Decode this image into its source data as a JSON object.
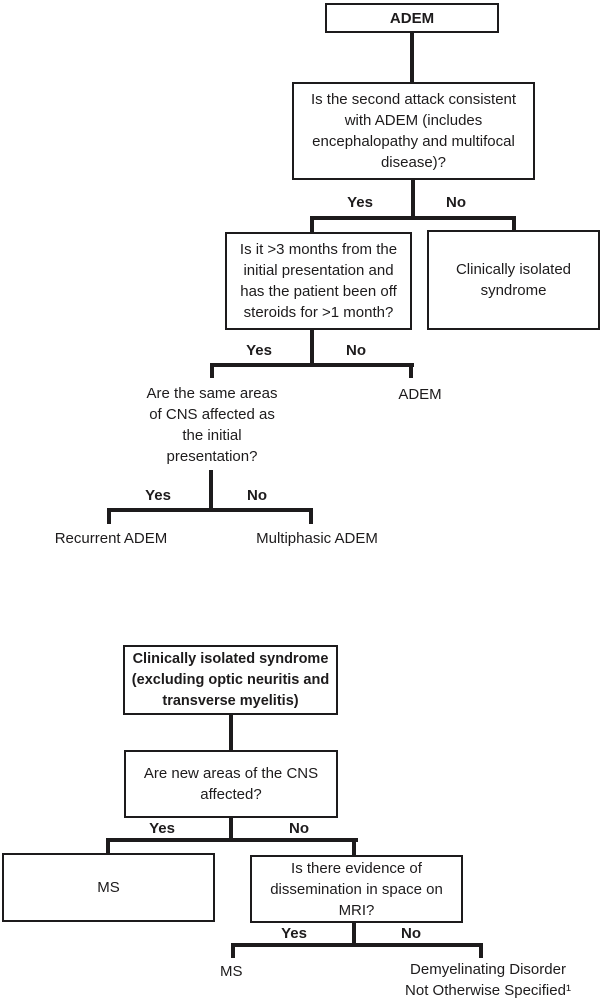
{
  "colors": {
    "ink": "#1d1b1c",
    "background": "#ffffff"
  },
  "top_flowchart": {
    "root": "ADEM",
    "q_second_attack": "Is the second attack consistent\nwith ADEM (includes\nencephalopathy and multifocal\ndisease)?",
    "branch1_yes": "Yes",
    "branch1_no": "No",
    "q_three_months": "Is it >3 months from the\ninitial presentation and\nhas the patient been off\nsteroids for >1 month?",
    "outcome_cis": "Clinically isolated\nsyndrome",
    "branch2_yes": "Yes",
    "branch2_no": "No",
    "q_same_areas": "Are the same areas\nof CNS affected as\nthe initial\npresentation?",
    "outcome_adem": "ADEM",
    "branch3_yes": "Yes",
    "branch3_no": "No",
    "outcome_recurrent": "Recurrent ADEM",
    "outcome_multiphasic": "Multiphasic ADEM"
  },
  "bottom_flowchart": {
    "root": "Clinically isolated syndrome\n(excluding optic neuritis and\ntransverse myelitis)",
    "q_new_areas": "Are new areas of the CNS\naffected?",
    "branch1_yes": "Yes",
    "branch1_no": "No",
    "outcome_ms_box": "MS",
    "q_dissemination": "Is there evidence of\ndissemination in space on\nMRI?",
    "branch2_yes": "Yes",
    "branch2_no": "No",
    "outcome_ms": "MS",
    "outcome_ddnos": "Demyelinating Disorder\nNot Otherwise Specified¹"
  }
}
